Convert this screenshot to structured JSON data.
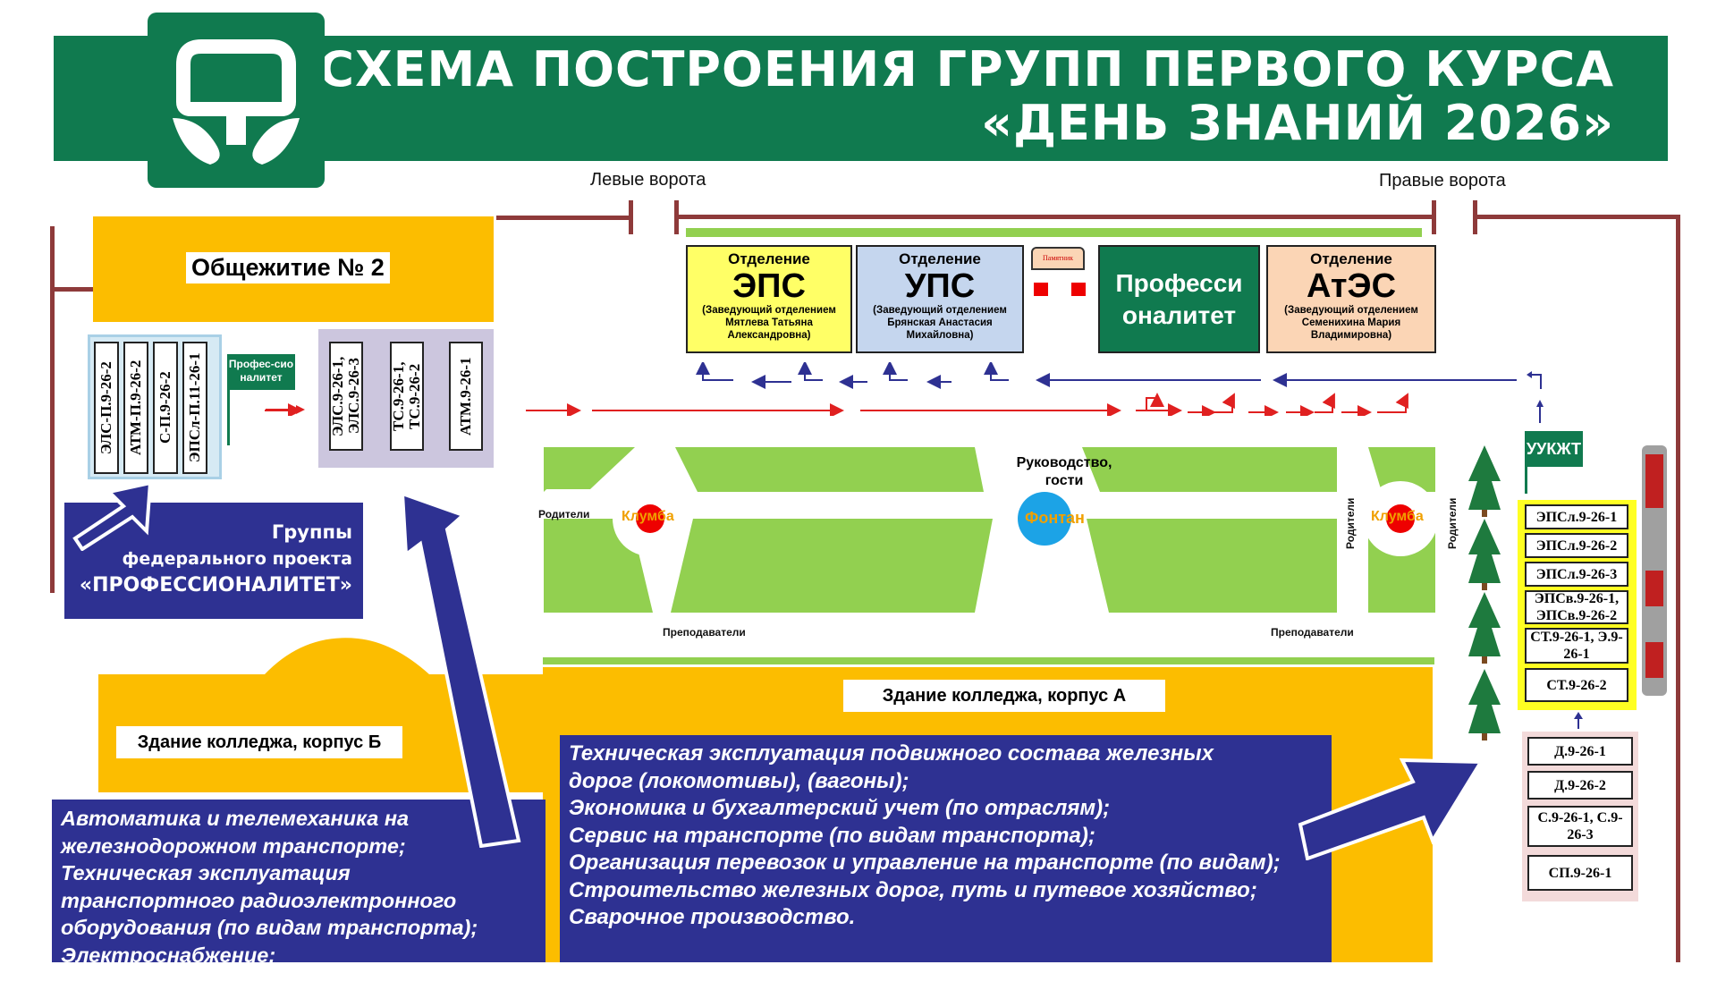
{
  "header": {
    "title_line1": "СХЕМА ПОСТРОЕНИЯ ГРУПП ПЕРВОГО КУРСА",
    "title_line2": "«ДЕНЬ ЗНАНИЙ 2026»",
    "logo_icon": "college-logo-icon"
  },
  "gates": {
    "left": "Левые ворота",
    "right": "Правые ворота"
  },
  "dormitory": "Общежитие № 2",
  "departments": [
    {
      "line1": "Отделение",
      "name": "ЭПС",
      "head": "(Заведующий отделением Мятлева Татьяна Александровна)",
      "color": "#ffff66"
    },
    {
      "line1": "Отделение",
      "name": "УПС",
      "head": "(Заведующий отделением Брянская Анастасия Михайловна)",
      "color": "#c5d6ee"
    },
    {
      "line1": "",
      "name": "Профессионалитет",
      "head": "",
      "color": "#107a4f"
    },
    {
      "line1": "Отделение",
      "name": "АтЭС",
      "head": "(Заведующий отделением Семенихина Мария Владимировна)",
      "color": "#fbd5b5"
    }
  ],
  "monument": "Памятник",
  "left_groups": [
    "ЭЛС-П.9-26-2",
    "АТМ-П.9-26-2",
    "С-П.9-26-2",
    "ЭПСл-П.11-26-1"
  ],
  "profi_flag": "Профес-сионалитет",
  "mid_groups": [
    "ЭЛС.9-26-1, ЭЛС.9-26-3",
    "ТС.9-26-1, ТС.9-26-2",
    "АТМ.9-26-1"
  ],
  "federal_project": {
    "line1": "Группы",
    "line2": "федерального проекта",
    "line3": "«ПРОФЕССИОНАЛИТЕТ»"
  },
  "park": {
    "leadership": "Руководство, гости",
    "fountain": "Фонтан",
    "flowerbed": "Клумба",
    "parents": "Родители",
    "teachers": "Преподаватели"
  },
  "ukzht": "УУКЖТ",
  "right_groups_yellow": [
    "ЭПСл.9-26-1",
    "ЭПСл.9-26-2",
    "ЭПСл.9-26-3",
    "ЭПСв.9-26-1, ЭПСв.9-26-2",
    "СТ.9-26-1, Э.9-26-1",
    "СТ.9-26-2"
  ],
  "right_groups_pink": [
    "Д.9-26-1",
    "Д.9-26-2",
    "С.9-26-1, С.9-26-3",
    "СП.9-26-1"
  ],
  "building_a": "Здание колледжа, корпус А",
  "building_b": "Здание колледжа, корпус Б",
  "specialties_left": [
    "Автоматика и телемеханика на",
    "железнодорожном транспорте;",
    "Техническая эксплуатация",
    "транспортного радиоэлектронного",
    "оборудования (по видам транспорта);",
    "Электроснабжение;"
  ],
  "specialties_right": [
    "Техническая эксплуатация подвижного состава железных",
    "дорог (локомотивы), (вагоны);",
    "Экономика и бухгалтерский учет (по отраслям);",
    "Сервис на транспорте (по видам транспорта);",
    "Организация перевозок и управление на транспорте (по видам);",
    "Строительство железных дорог, путь и путевое хозяйство;",
    "Сварочное производство."
  ],
  "colors": {
    "brand_green": "#107a4f",
    "fence": "#8e3a3a",
    "building": "#fcbd00",
    "lawn": "#92d050",
    "navy": "#2e3192",
    "arrow_red": "#e02020"
  }
}
